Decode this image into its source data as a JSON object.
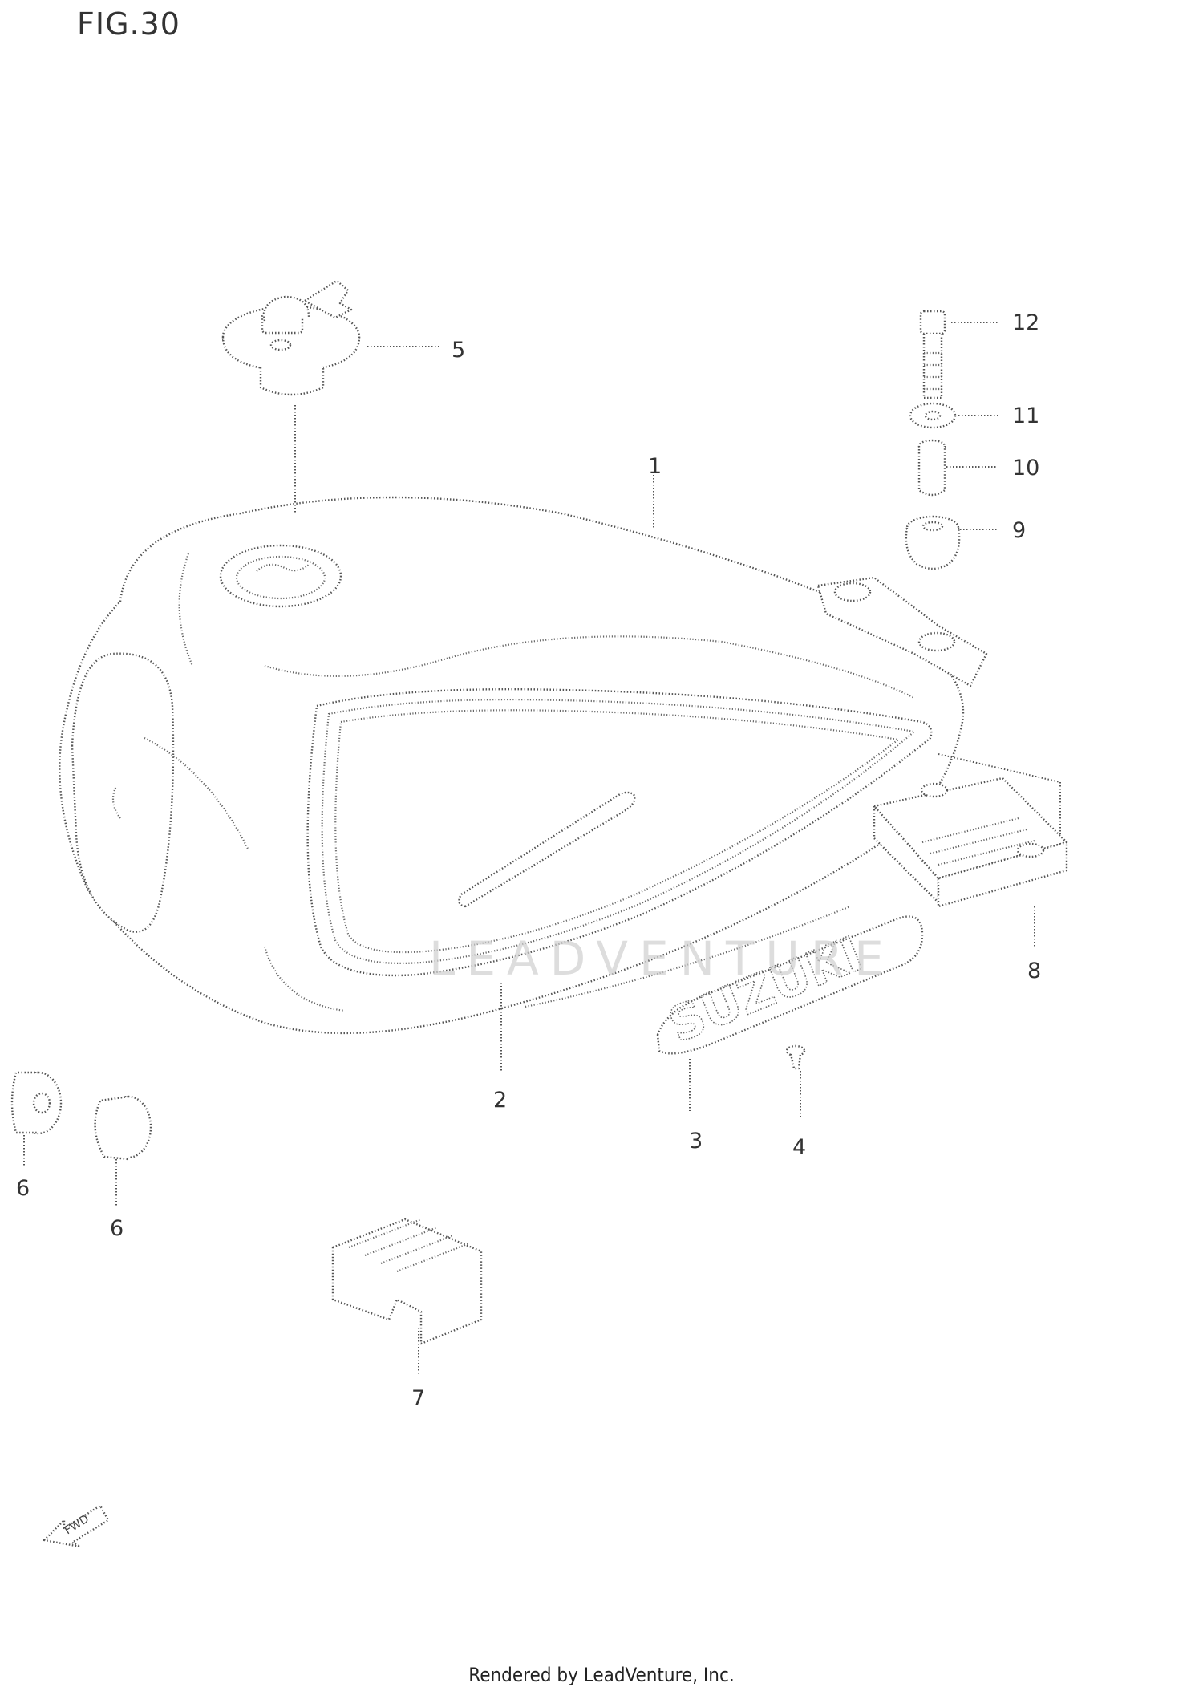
{
  "figure": {
    "title": "FIG.30",
    "footer": "Rendered by LeadVenture, Inc."
  },
  "parts": [
    {
      "id": "part-1",
      "label": "1"
    },
    {
      "id": "part-2",
      "label": "2"
    },
    {
      "id": "part-3",
      "label": "3"
    },
    {
      "id": "part-4",
      "label": "4"
    },
    {
      "id": "part-5",
      "label": "5"
    },
    {
      "id": "part-6a",
      "label": "6"
    },
    {
      "id": "part-6b",
      "label": "6"
    },
    {
      "id": "part-7",
      "label": "7"
    },
    {
      "id": "part-8",
      "label": "8"
    },
    {
      "id": "part-9",
      "label": "9"
    },
    {
      "id": "part-10",
      "label": "10"
    },
    {
      "id": "part-11",
      "label": "11"
    },
    {
      "id": "part-12",
      "label": "12"
    }
  ],
  "emblem_text": "SUZUKI",
  "direction_marker": "FWD",
  "watermark": "LEADVENTURE",
  "colors": {
    "line": "#555555",
    "background": "#ffffff",
    "watermark": "#d6d6d6"
  }
}
